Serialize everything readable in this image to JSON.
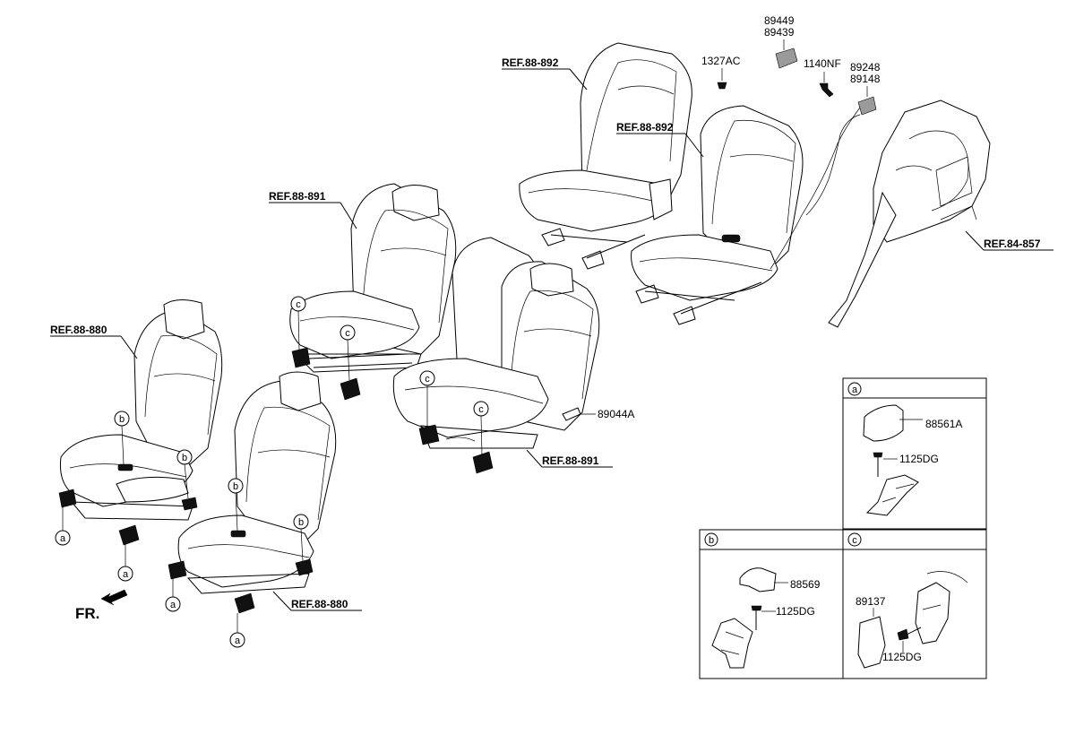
{
  "refs": {
    "front_left": "REF.88-880",
    "front_right": "REF.88-880",
    "second_left": "REF.88-891",
    "second_right": "REF.88-891",
    "third_left": "REF.88-892",
    "third_right": "REF.88-892",
    "trim": "REF.84-857"
  },
  "parts": {
    "p1327ac": "1327AC",
    "p89449": "89449",
    "p89439": "89439",
    "p1140nf": "1140NF",
    "p89248": "89248",
    "p89148": "89148",
    "p89044a": "89044A"
  },
  "circles": {
    "a": "a",
    "b": "b",
    "c": "c"
  },
  "direction": "FR.",
  "detail_a": {
    "header": "a",
    "part1": "88561A",
    "part2": "1125DG"
  },
  "detail_b": {
    "header": "b",
    "part1": "88569",
    "part2": "1125DG"
  },
  "detail_c": {
    "header": "c",
    "part1": "89137",
    "part2": "1125DG"
  }
}
